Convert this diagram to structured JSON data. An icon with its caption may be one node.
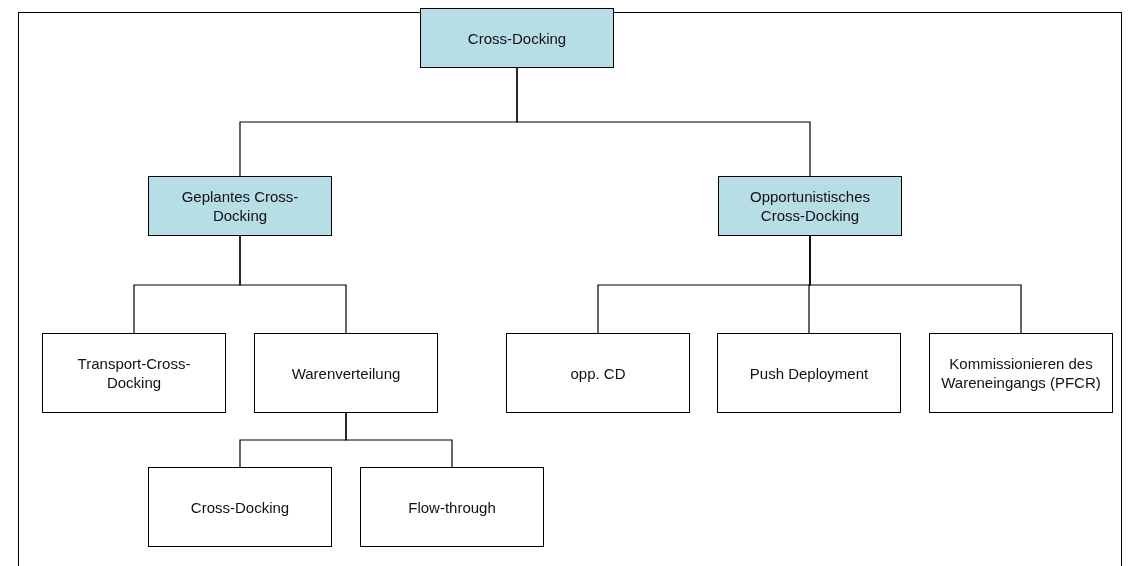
{
  "diagram": {
    "nodes": [
      {
        "text": [
          "Cross-Docking"
        ]
      },
      {
        "text": [
          "Geplantes Cross-Docking"
        ]
      },
      {
        "text": [
          "Opportunistisches Cross-Docking"
        ]
      },
      {
        "text": [
          "Transport-Cross-Docking"
        ]
      },
      {
        "text": [
          "Warenverteilung"
        ]
      },
      {
        "text": [
          "opp. CD"
        ]
      },
      {
        "text": [
          "Push Deployment"
        ]
      },
      {
        "text": [
          "Kommissionieren des Wareneingangs (PFCR)"
        ]
      },
      {
        "text": [
          "Cross-Docking"
        ]
      },
      {
        "text": [
          "Flow-through"
        ]
      }
    ],
    "edges": [
      {
        "from": 0,
        "to": 1,
        "arrow": "none"
      },
      {
        "from": 0,
        "to": 2,
        "arrow": "none"
      },
      {
        "from": 1,
        "to": 3,
        "arrow": "none"
      },
      {
        "from": 1,
        "to": 4,
        "arrow": "none"
      },
      {
        "from": 2,
        "to": 5,
        "arrow": "none"
      },
      {
        "from": 2,
        "to": 6,
        "arrow": "none"
      },
      {
        "from": 2,
        "to": 7,
        "arrow": "none"
      },
      {
        "from": 4,
        "to": 8,
        "arrow": "none"
      },
      {
        "from": 4,
        "to": 9,
        "arrow": "none"
      }
    ]
  }
}
